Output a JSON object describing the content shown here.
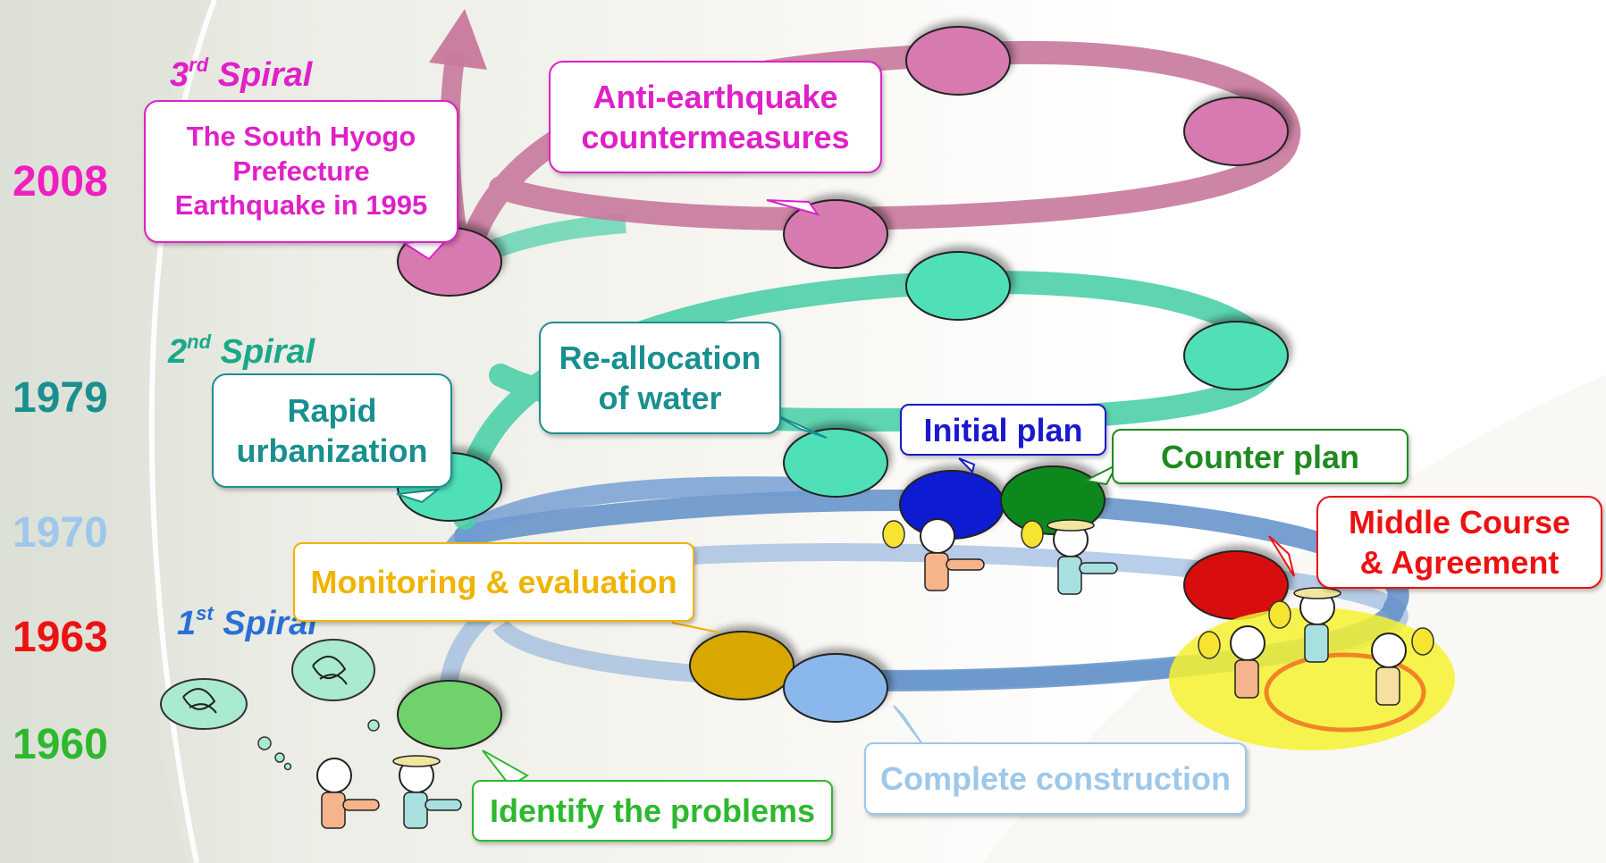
{
  "years": [
    {
      "label": "2008",
      "color": "#f01fc0"
    },
    {
      "label": "1979",
      "color": "#1a8f8f"
    },
    {
      "label": "1970",
      "color": "#9ec8ea"
    },
    {
      "label": "1963",
      "color": "#ec1212"
    },
    {
      "label": "1960",
      "color": "#2eb82e"
    }
  ],
  "spirals": [
    {
      "ordinal": "3",
      "suffix": "rd",
      "word": "Spiral",
      "color": "#e020c8"
    },
    {
      "ordinal": "2",
      "suffix": "nd",
      "word": "Spiral",
      "color": "#1aa88a"
    },
    {
      "ordinal": "1",
      "suffix": "st",
      "word": "Spiral",
      "color": "#2a6fd6"
    }
  ],
  "callouts": {
    "south_hyogo": {
      "lines": [
        "The South Hyogo",
        "Prefecture",
        "Earthquake in 1995"
      ],
      "color": "#e020c8"
    },
    "anti_earthquake": {
      "lines": [
        "Anti-earthquake",
        "countermeasures"
      ],
      "color": "#e020c8"
    },
    "rapid_urbanization": {
      "lines": [
        "Rapid",
        "urbanization"
      ],
      "color": "#1a8f8f"
    },
    "reallocation": {
      "lines": [
        "Re-allocation",
        "of water"
      ],
      "color": "#1a8f8f"
    },
    "initial_plan": {
      "lines": [
        "Initial plan"
      ],
      "color": "#1a1acc"
    },
    "counter_plan": {
      "lines": [
        "Counter plan"
      ],
      "color": "#1f8a1f"
    },
    "middle_course": {
      "lines": [
        "Middle Course",
        "& Agreement"
      ],
      "color": "#ec1212"
    },
    "monitoring": {
      "lines": [
        "Monitoring & evaluation"
      ],
      "color": "#f0b400"
    },
    "complete_construction": {
      "lines": [
        "Complete construction"
      ],
      "color": "#9ec8ea"
    },
    "identify_problems": {
      "lines": [
        "Identify the problems"
      ],
      "color": "#2eb82e"
    }
  },
  "colors": {
    "spiral_pink": "#c8789c",
    "spiral_green": "#4ccfa8",
    "spiral_blue": "#5f8fc8",
    "node_pink": "#d77ab0",
    "node_green": "#4fe0b8",
    "node_blue": "#3b6fd8",
    "node_gold": "#d8a800",
    "node_light_blue": "#8ab8ec",
    "node_initial": "#0a1ad0",
    "node_counter": "#11881c",
    "node_middle": "#d81010",
    "node_identify": "#6fd26a",
    "agreement_glow": "#f7f230"
  }
}
